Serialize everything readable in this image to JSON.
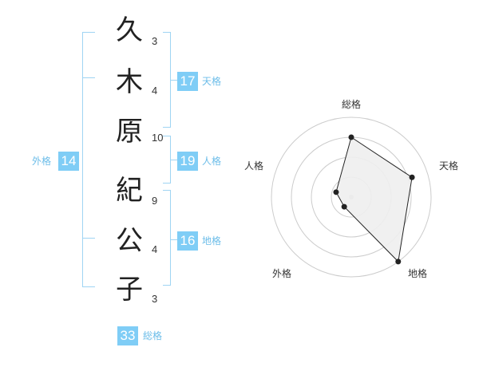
{
  "name_chars": [
    {
      "char": "久",
      "strokes": "3"
    },
    {
      "char": "木",
      "strokes": "4"
    },
    {
      "char": "原",
      "strokes": "10"
    },
    {
      "char": "紀",
      "strokes": "9"
    },
    {
      "char": "公",
      "strokes": "4"
    },
    {
      "char": "子",
      "strokes": "3"
    }
  ],
  "fortunes": {
    "tenkaku": {
      "value": "17",
      "label": "天格"
    },
    "jinkaku": {
      "value": "19",
      "label": "人格"
    },
    "chikaku": {
      "value": "16",
      "label": "地格"
    },
    "gaikaku": {
      "value": "14",
      "label": "外格"
    },
    "soukaku": {
      "value": "33",
      "label": "総格"
    }
  },
  "chart_data": {
    "type": "radar",
    "axes": [
      "総格",
      "天格",
      "地格",
      "外格",
      "人格"
    ],
    "values": [
      0.75,
      0.8,
      1.0,
      0.15,
      0.2
    ],
    "range": [
      0,
      1
    ],
    "rings": 4,
    "fill_color": "#eeeeee",
    "line_color": "#222222",
    "grid_color": "#cccccc"
  }
}
